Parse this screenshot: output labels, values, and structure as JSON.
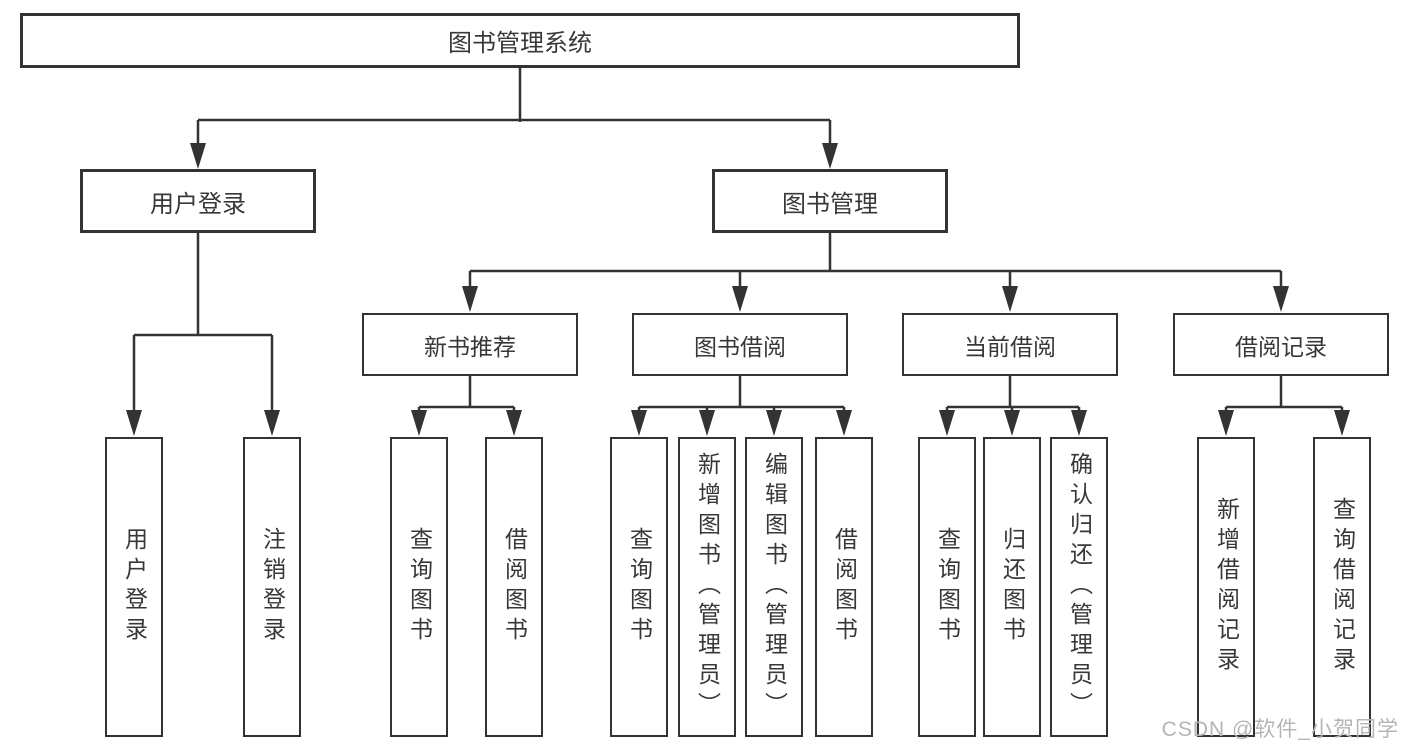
{
  "colors": {
    "line": "#333333",
    "box_border": "#333333",
    "text": "#383838",
    "watermark": "#b5b5b5",
    "background": "#ffffff"
  },
  "tree": {
    "root": {
      "label": "图书管理系统"
    },
    "branches": [
      {
        "label": "用户登录",
        "children": [
          {
            "label": "用户登录"
          },
          {
            "label": "注销登录"
          }
        ]
      },
      {
        "label": "图书管理",
        "children": [
          {
            "label": "新书推荐",
            "children": [
              {
                "label": "查询图书"
              },
              {
                "label": "借阅图书"
              }
            ]
          },
          {
            "label": "图书借阅",
            "children": [
              {
                "label": "查询图书"
              },
              {
                "label": "新增图书（管理员）"
              },
              {
                "label": "编辑图书（管理员）"
              },
              {
                "label": "借阅图书"
              }
            ]
          },
          {
            "label": "当前借阅",
            "children": [
              {
                "label": "查询图书"
              },
              {
                "label": "归还图书"
              },
              {
                "label": "确认归还（管理员）"
              }
            ]
          },
          {
            "label": "借阅记录",
            "children": [
              {
                "label": "新增借阅记录"
              },
              {
                "label": "查询借阅记录"
              }
            ]
          }
        ]
      }
    ]
  },
  "watermark": {
    "text": "CSDN @软件_小贺同学"
  }
}
